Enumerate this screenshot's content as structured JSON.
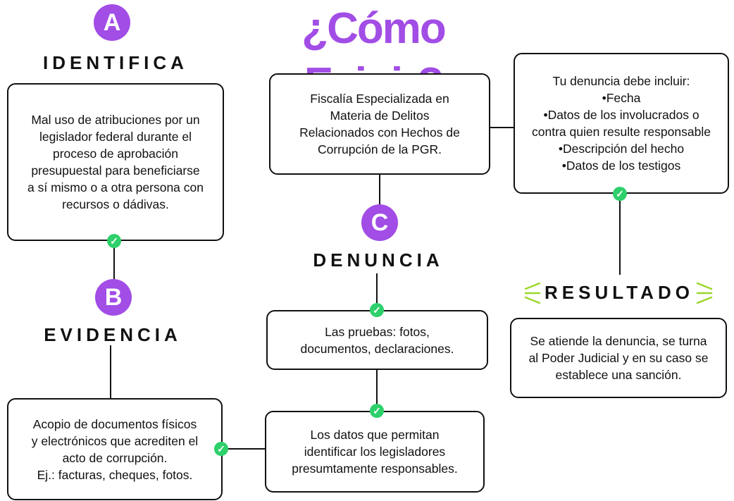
{
  "title": "¿Cómo Exigir?",
  "steps": {
    "a": {
      "letter": "A",
      "label": "IDENTIFICA",
      "text": "Mal uso de atribuciones por un\nlegislador federal durante el\nproceso de aprobación\npresupuestal para beneficiarse\na sí mismo o a otra persona con\nrecursos o dádivas."
    },
    "b": {
      "letter": "B",
      "label": "EVIDENCIA",
      "text": "Acopio de documentos físicos\ny electrónicos que acrediten el\nacto de corrupción.\nEj.: facturas, cheques, fotos."
    },
    "c": {
      "letter": "C",
      "label": "DENUNCIA",
      "agency": "Fiscalía Especializada en\nMateria de Delitos\nRelacionados con Hechos de\nCorrupción de la PGR.",
      "evidence": "Las pruebas: fotos,\ndocumentos, declaraciones.",
      "data": "Los datos que permitan\nidentificar los legisladores\npresumtamente responsables."
    },
    "d": {
      "label": "RESULTADO",
      "requirements": "Tu denuncia debe incluir:\n•Fecha\n•Datos de los involucrados o\ncontra quien resulte responsable\n•Descripción del hecho\n•Datos de los testigos",
      "outcome": "Se atiende la denuncia, se turna\nal Poder Judicial y en su caso se\nestablece una sanción."
    }
  },
  "colors": {
    "accent": "#a24de6",
    "check": "#2ed06b",
    "spark": "#9bd72c",
    "border": "#111111"
  }
}
